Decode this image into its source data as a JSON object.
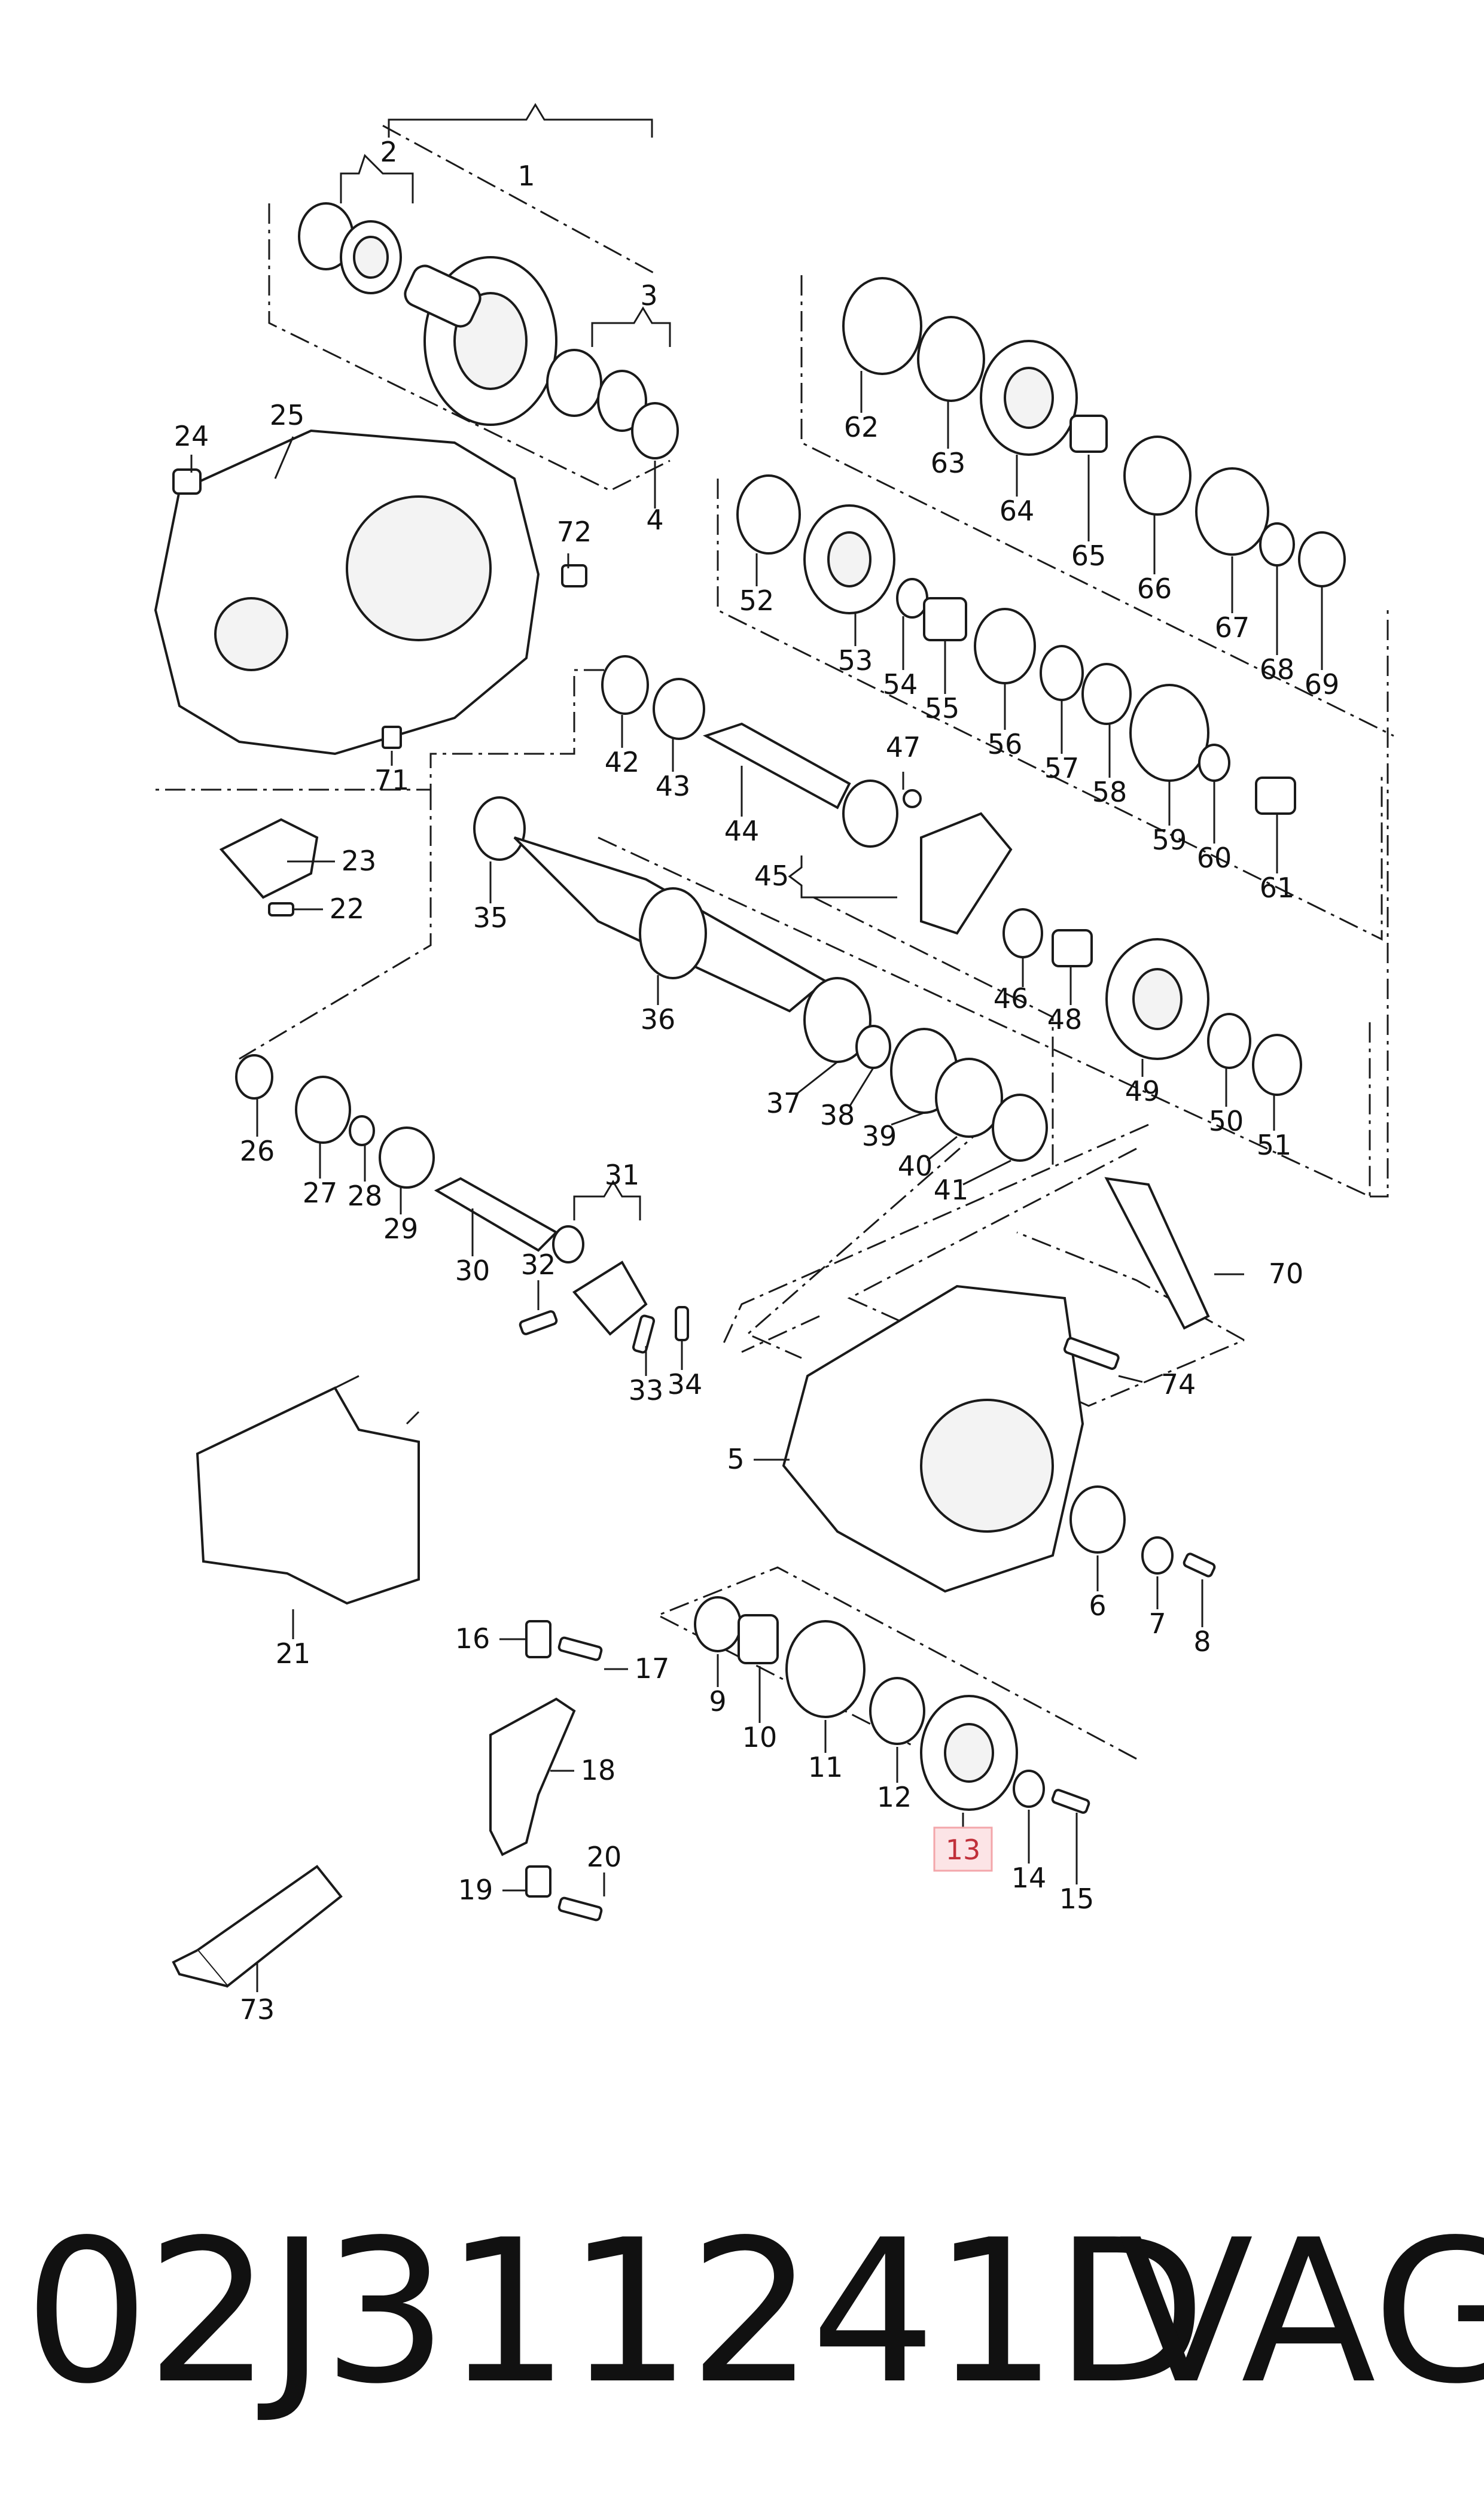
{
  "diagram": {
    "highlight_color": "#f3a6aa",
    "highlighted_part": "13",
    "callouts": [
      "1",
      "2",
      "3",
      "4",
      "5",
      "6",
      "7",
      "8",
      "9",
      "10",
      "11",
      "12",
      "13",
      "14",
      "15",
      "16",
      "17",
      "18",
      "19",
      "20",
      "21",
      "22",
      "23",
      "24",
      "25",
      "26",
      "27",
      "28",
      "29",
      "30",
      "31",
      "32",
      "33",
      "34",
      "35",
      "36",
      "37",
      "38",
      "39",
      "40",
      "41",
      "42",
      "43",
      "44",
      "45",
      "46",
      "47",
      "48",
      "49",
      "50",
      "51",
      "52",
      "53",
      "54",
      "55",
      "56",
      "57",
      "58",
      "59",
      "60",
      "61",
      "62",
      "63",
      "64",
      "65",
      "66",
      "67",
      "68",
      "69",
      "70",
      "71",
      "72",
      "73",
      "74"
    ]
  },
  "footer": {
    "part_number": "02J311241D",
    "brand": "VAG"
  }
}
